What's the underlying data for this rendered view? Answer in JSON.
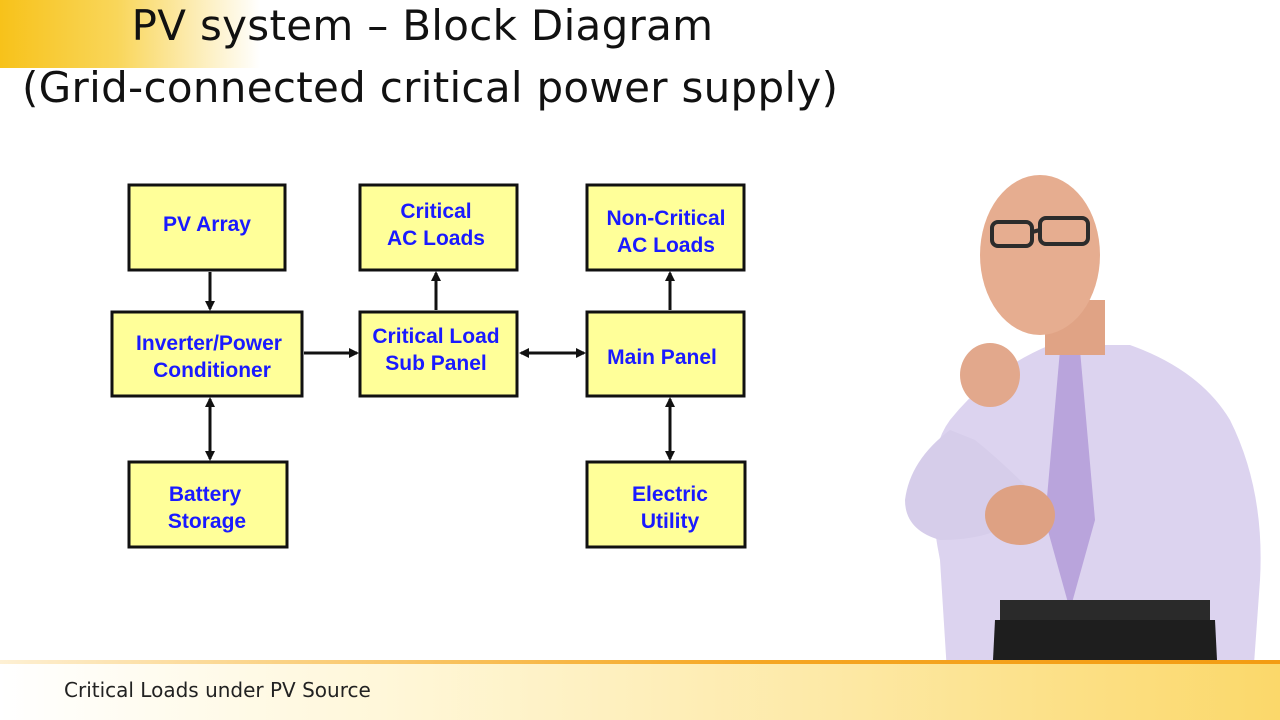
{
  "slide": {
    "title_line1": "PV system – Block Diagram",
    "title_line2": "(Grid-connected critical power supply)",
    "footer": "Critical Loads under PV Source"
  },
  "diagram": {
    "blocks": {
      "pv_array": [
        "PV Array"
      ],
      "critical_ac_loads": [
        "Critical",
        "AC Loads"
      ],
      "non_critical_ac_loads": [
        "Non-Critical",
        "AC Loads"
      ],
      "inverter": [
        "Inverter/Power",
        "Conditioner"
      ],
      "critical_load_sub_panel": [
        "Critical Load",
        "Sub Panel"
      ],
      "main_panel": [
        "Main Panel"
      ],
      "battery_storage": [
        "Battery",
        "Storage"
      ],
      "electric_utility": [
        "Electric",
        "Utility"
      ]
    },
    "colors": {
      "block_fill": "#ffff99",
      "block_text": "#1a1aff",
      "accent": "#f7c21a"
    }
  }
}
